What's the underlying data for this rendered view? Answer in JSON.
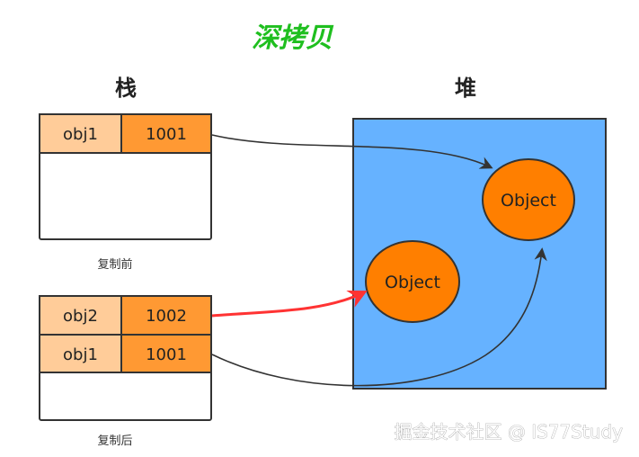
{
  "title": "深拷贝",
  "stack_heading": "栈",
  "heap_heading": "堆",
  "before": {
    "caption": "复制前",
    "rows": [
      {
        "name": "obj1",
        "address": "1001"
      }
    ]
  },
  "after": {
    "caption": "复制后",
    "rows": [
      {
        "name": "obj2",
        "address": "1002"
      },
      {
        "name": "obj1",
        "address": "1001"
      }
    ]
  },
  "heap_objects": [
    {
      "label": "Object"
    },
    {
      "label": "Object"
    }
  ],
  "watermark": "掘金技术社区 @ IS77Study",
  "colors": {
    "title": "#1fbf1f",
    "heap_fill": "#66b2ff",
    "object_fill": "#ff7f00",
    "cell_light": "#ffcc99",
    "cell_dark": "#ff9933",
    "new_reference_arrow": "#ff3333",
    "old_reference_arrow": "#333333"
  }
}
